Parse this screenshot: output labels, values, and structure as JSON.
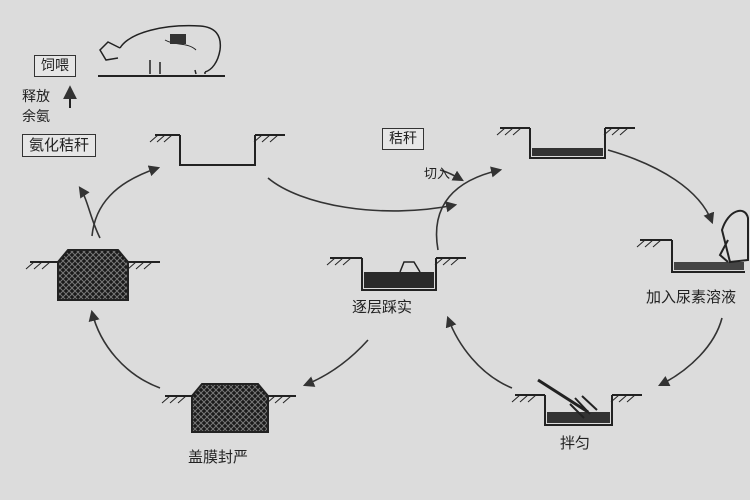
{
  "labels": {
    "feed": "饲喂",
    "release_line1": "释放",
    "release_line2": "余氨",
    "ammoniated_straw": "氨化秸秆",
    "straw": "秸秆",
    "cut_in": "切入",
    "layer_tamp": "逐层踩实",
    "add_urea": "加入尿素溶液",
    "stir": "拌匀",
    "cover_seal": "盖膜封严"
  }
}
